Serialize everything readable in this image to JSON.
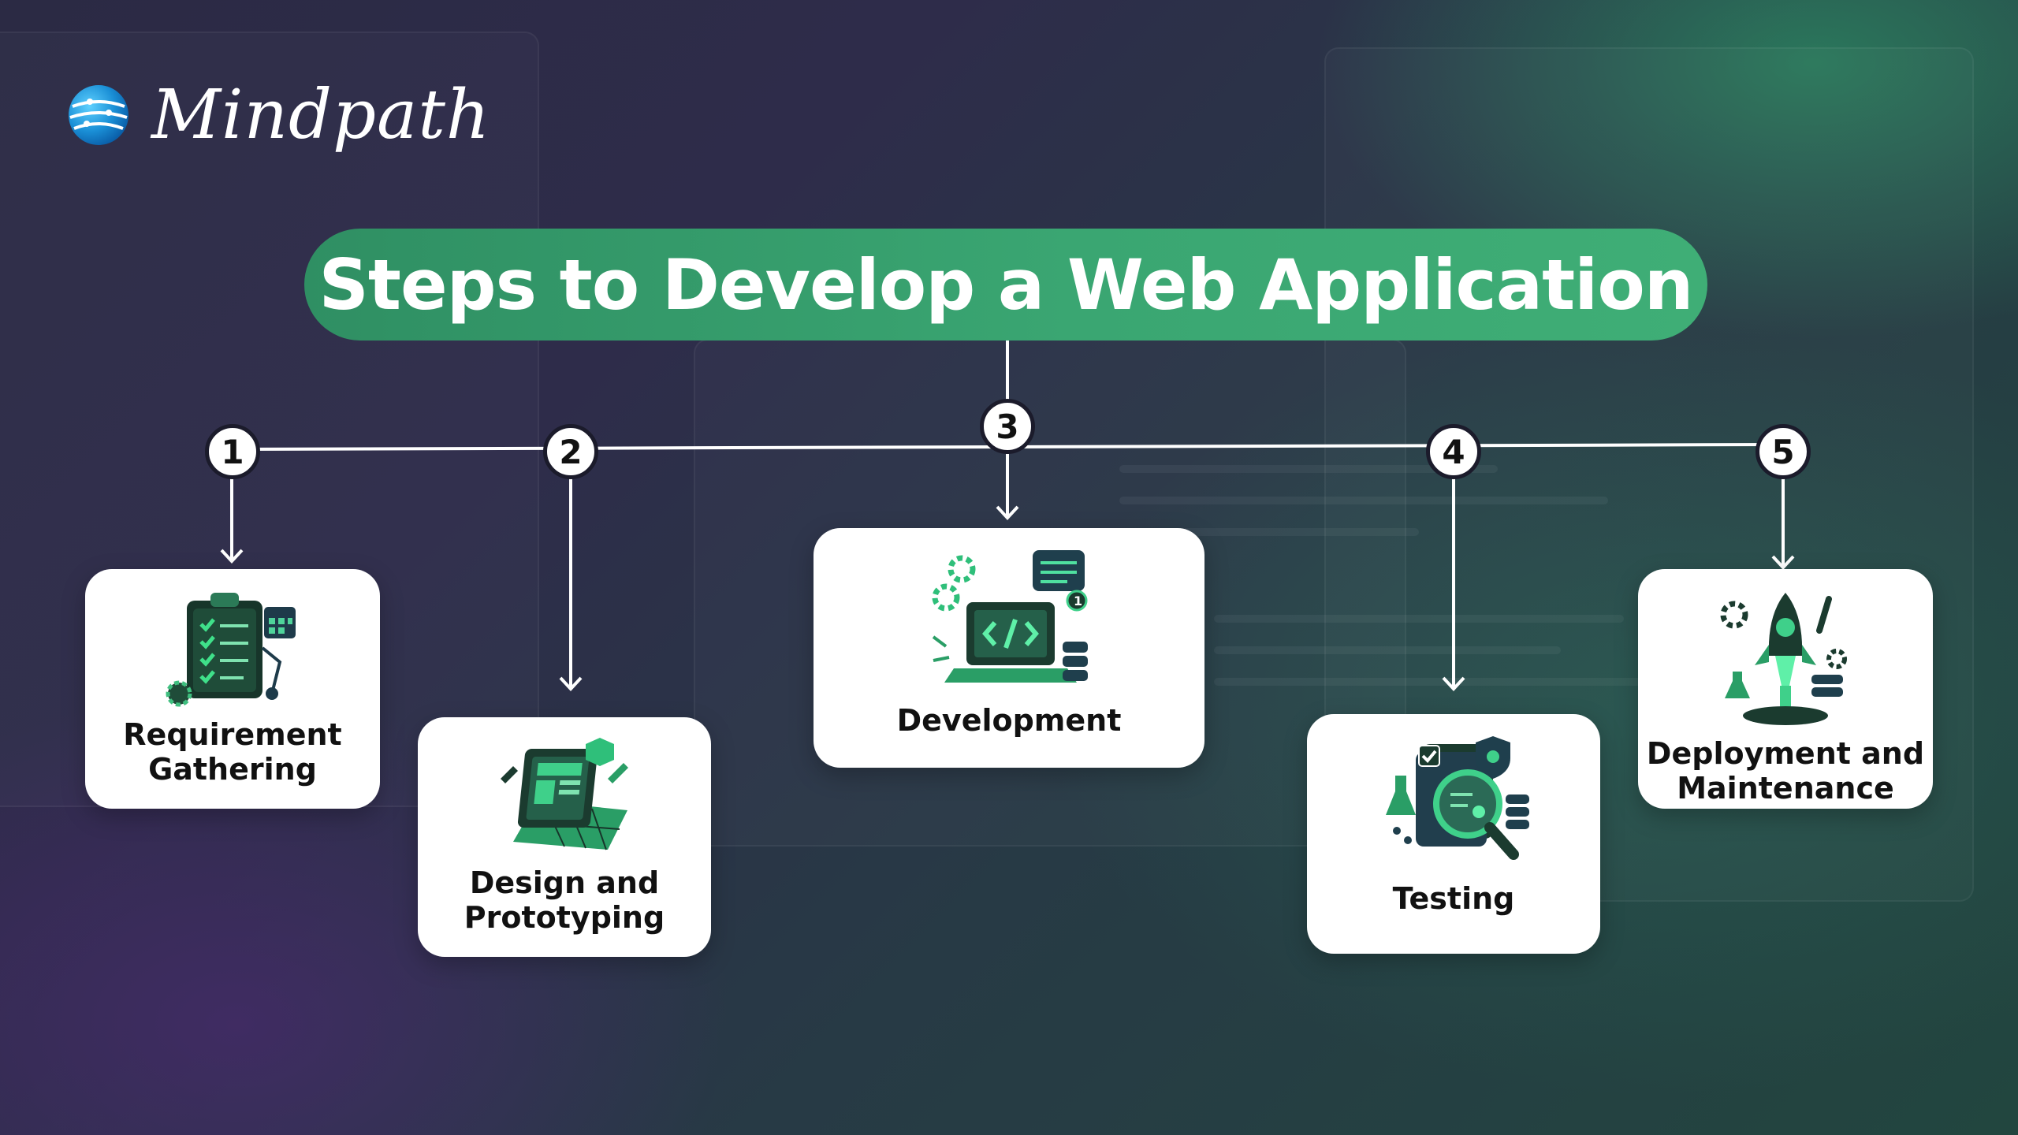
{
  "brand": {
    "name": "Mindpath"
  },
  "title": "Steps to Develop a Web Application",
  "steps": [
    {
      "number": "1",
      "label": "Requirement\nGathering",
      "icon": "clipboard-checklist-icon"
    },
    {
      "number": "2",
      "label": "Design and\nPrototyping",
      "icon": "design-tablet-icon"
    },
    {
      "number": "3",
      "label": "Development",
      "icon": "laptop-code-icon"
    },
    {
      "number": "4",
      "label": "Testing",
      "icon": "magnifier-bug-icon"
    },
    {
      "number": "5",
      "label": "Deployment and\nMaintenance",
      "icon": "rocket-icon"
    }
  ],
  "colors": {
    "accent_green": "#3aa672",
    "dark_green": "#1f5a3f",
    "badge_border": "#1b1b2b",
    "card_bg": "#ffffff"
  }
}
